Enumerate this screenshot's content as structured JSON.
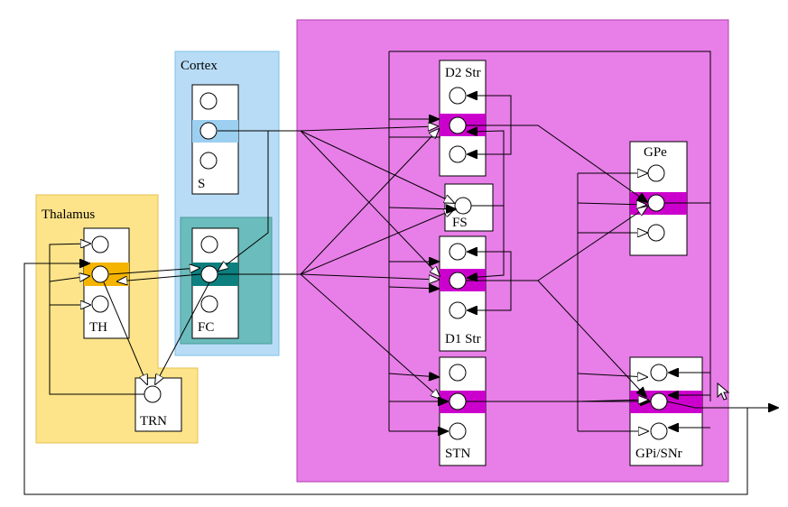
{
  "regions": {
    "cortex": {
      "label": "Cortex",
      "color": "#b8dcf6"
    },
    "thalamus": {
      "label": "Thalamus",
      "color": "#fde48a"
    },
    "basal_ganglia": {
      "color": "#e87ee8"
    }
  },
  "nuclei": {
    "s": {
      "label": "S",
      "highlight": "#9ccff0"
    },
    "fc": {
      "label": "FC",
      "highlight": "#0e7f7f"
    },
    "th": {
      "label": "TH",
      "highlight": "#f4b400"
    },
    "trn": {
      "label": "TRN"
    },
    "d2": {
      "label": "D2 Str",
      "highlight": "#cc00cc"
    },
    "fs": {
      "label": "FS"
    },
    "d1": {
      "label": "D1 Str",
      "highlight": "#cc00cc"
    },
    "stn": {
      "label": "STN",
      "highlight": "#cc00cc"
    },
    "gpe": {
      "label": "GPe",
      "highlight": "#cc00cc"
    },
    "gpi": {
      "label": "GPi/SNr",
      "highlight": "#cc00cc"
    }
  },
  "colors": {
    "fc_region": "#6bbcbc",
    "line": "#000000"
  }
}
